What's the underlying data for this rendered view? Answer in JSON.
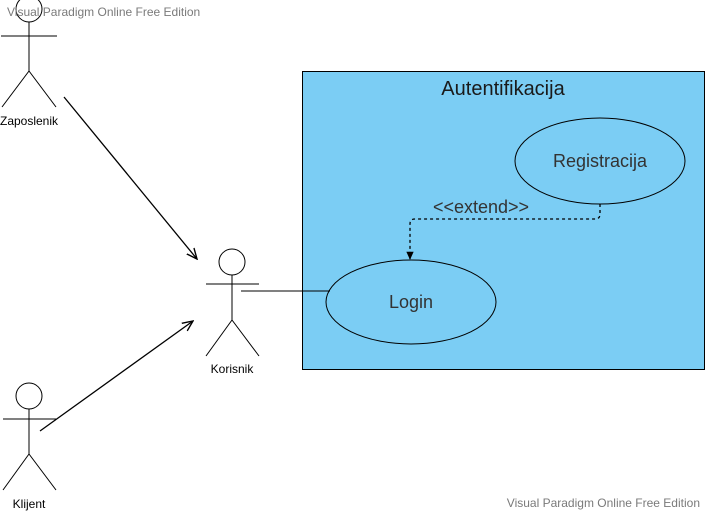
{
  "watermark": {
    "top": "Visual Paradigm Online Free Edition",
    "bottom": "Visual Paradigm Online Free Edition"
  },
  "system": {
    "title": "Autentifikacija",
    "fill": "#7bcdf4",
    "stroke": "#000000"
  },
  "actors": {
    "zaposlenik": "Zaposlenik",
    "korisnik": "Korisnik",
    "klijent": "Klijent"
  },
  "use_cases": {
    "registracija": "Registracija",
    "login": "Login"
  },
  "relations": {
    "extend_label": "<<extend>>"
  }
}
